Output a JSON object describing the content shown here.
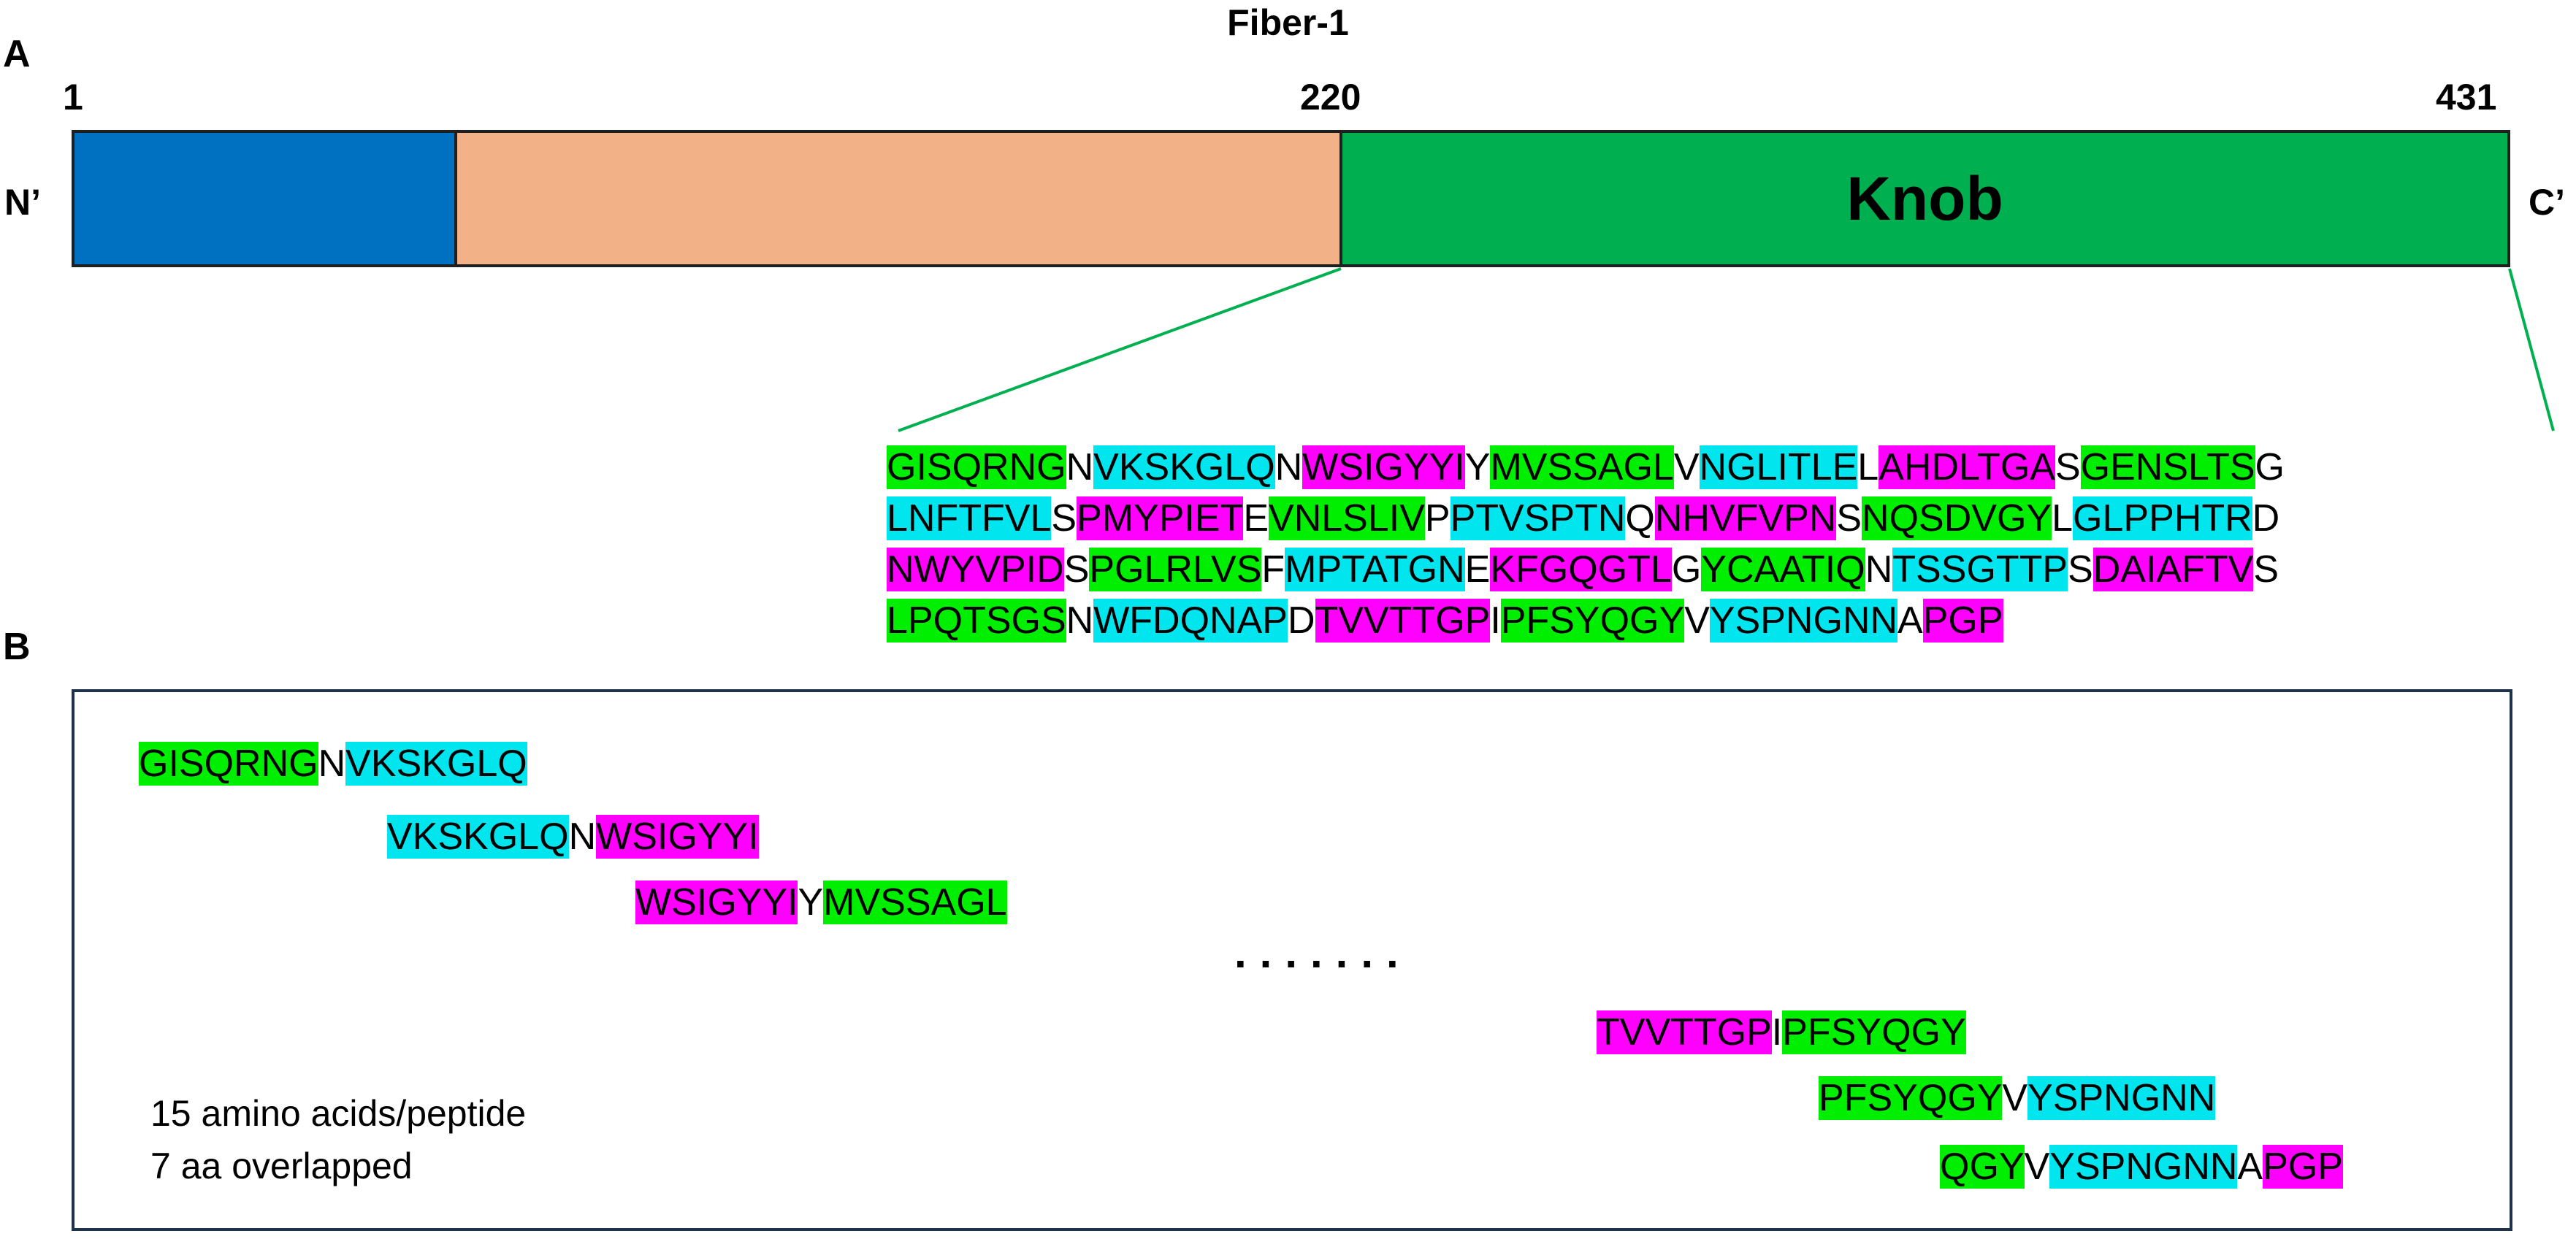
{
  "title": "Fiber-1",
  "panel_labels": {
    "a": "A",
    "b": "B"
  },
  "positions": {
    "start": "1",
    "shaft_end": "220",
    "end": "431"
  },
  "termini": {
    "n": "N’",
    "c": "C’"
  },
  "domains": {
    "knob_label": "Knob",
    "colors": {
      "tail": "#0070c0",
      "shaft": "#f2b187",
      "knob": "#00b050"
    }
  },
  "highlight_colors": {
    "g": "#00ee00",
    "c": "#00e5ee",
    "m": "#ff00ff"
  },
  "sequence_lines": [
    [
      [
        "GISQRNG",
        "g"
      ],
      [
        "N",
        "p"
      ],
      [
        "VKSKGLQ",
        "c"
      ],
      [
        "N",
        "p"
      ],
      [
        "WSIGYYI",
        "m"
      ],
      [
        "Y",
        "p"
      ],
      [
        "MVSSAGL",
        "g"
      ],
      [
        "V",
        "p"
      ],
      [
        "NGLITLE",
        "c"
      ],
      [
        "L",
        "p"
      ],
      [
        "AHDLTGA",
        "m"
      ],
      [
        "S",
        "p"
      ],
      [
        "GENSLTS",
        "g"
      ],
      [
        "G",
        "p"
      ]
    ],
    [
      [
        "LNFTFVL",
        "c"
      ],
      [
        "S",
        "p"
      ],
      [
        "PMYPIET",
        "m"
      ],
      [
        "E",
        "p"
      ],
      [
        "VNLSLIV",
        "g"
      ],
      [
        "P",
        "p"
      ],
      [
        "PTVSPTN",
        "c"
      ],
      [
        "Q",
        "p"
      ],
      [
        "NHVFVPN",
        "m"
      ],
      [
        "S",
        "p"
      ],
      [
        "NQSDVGY",
        "g"
      ],
      [
        "L",
        "p"
      ],
      [
        "GLPPHTR",
        "c"
      ],
      [
        "D",
        "p"
      ]
    ],
    [
      [
        "NWYVPID",
        "m"
      ],
      [
        "S",
        "p"
      ],
      [
        "PGLRLVS",
        "g"
      ],
      [
        "F",
        "p"
      ],
      [
        "MPTATGN",
        "c"
      ],
      [
        "E",
        "p"
      ],
      [
        "KFGQGTL",
        "m"
      ],
      [
        "G",
        "p"
      ],
      [
        "YCAATIQ",
        "g"
      ],
      [
        "N",
        "p"
      ],
      [
        "TSSGTTP",
        "c"
      ],
      [
        "S",
        "p"
      ],
      [
        "DAIAFTV",
        "m"
      ],
      [
        "S",
        "p"
      ]
    ],
    [
      [
        "LPQTSGS",
        "g"
      ],
      [
        "N",
        "p"
      ],
      [
        "WFDQNAP",
        "c"
      ],
      [
        "D",
        "p"
      ],
      [
        "TVVTTGP",
        "m"
      ],
      [
        "I",
        "p"
      ],
      [
        "PFSYQGY",
        "g"
      ],
      [
        "V",
        "p"
      ],
      [
        "YSPNGNN",
        "c"
      ],
      [
        "A",
        "p"
      ],
      [
        "PGP",
        "m"
      ]
    ]
  ],
  "peptides": [
    [
      [
        "GISQRNG",
        "g"
      ],
      [
        "N",
        "p"
      ],
      [
        "VKSKGLQ",
        "c"
      ]
    ],
    [
      [
        "VKSKGLQ",
        "c"
      ],
      [
        "N",
        "p"
      ],
      [
        "WSIGYYI",
        "m"
      ]
    ],
    [
      [
        "WSIGYYI",
        "m"
      ],
      [
        "Y",
        "p"
      ],
      [
        "MVSSAGL",
        "g"
      ]
    ],
    [
      [
        "TVVTTGP",
        "m"
      ],
      [
        "I",
        "p"
      ],
      [
        "PFSYQGY",
        "g"
      ]
    ],
    [
      [
        "PFSYQGY",
        "g"
      ],
      [
        "V",
        "p"
      ],
      [
        "YSPNGNN",
        "c"
      ]
    ],
    [
      [
        "QGY",
        "g"
      ],
      [
        "V",
        "p"
      ],
      [
        "YSPNGNN",
        "c"
      ],
      [
        "A",
        "p"
      ],
      [
        "PGP",
        "m"
      ]
    ]
  ],
  "ellipsis": ".......",
  "notes": {
    "line1": "15 amino acids/peptide",
    "line2": "7 aa overlapped"
  }
}
